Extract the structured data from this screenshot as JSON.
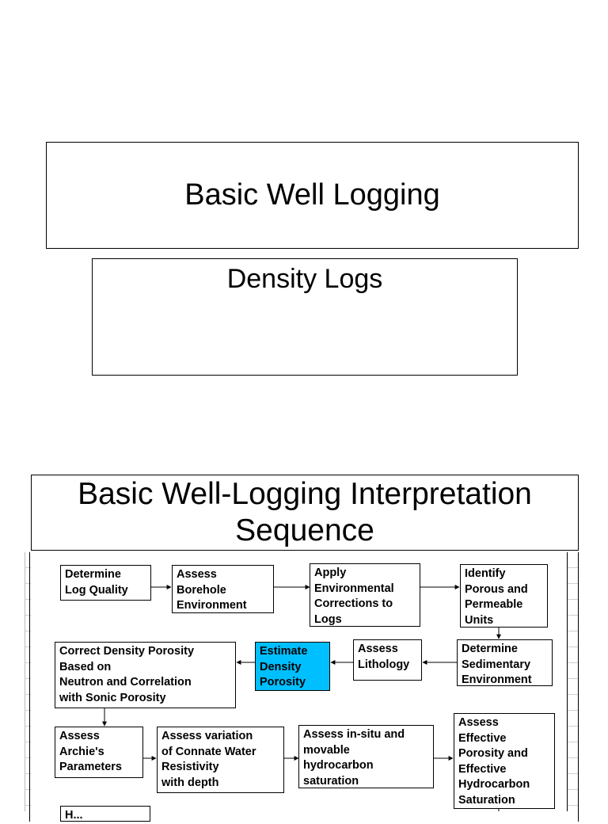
{
  "slide1": {
    "title": "Basic Well Logging",
    "subtitle": "Density Logs"
  },
  "slide2": {
    "title": "Basic Well-Logging Interpretation Sequence",
    "flowchart": {
      "steps": {
        "log_quality": "Determine\nLog Quality",
        "borehole": "Assess\nBorehole\nEnvironment",
        "corrections": "Apply\nEnvironmental\nCorrections to\nLogs",
        "porous_units": "Identify\nPorous and\nPermeable\nUnits",
        "sedimentary": "Determine\nSedimentary\nEnvironment",
        "lithology": "Assess\nLithology",
        "density_porosity": "Estimate\nDensity\nPorosity",
        "correct_density": "Correct Density Porosity\nBased on\nNeutron and Correlation\nwith Sonic Porosity",
        "archie": "Assess\nArchie's\nParameters",
        "connate_water": "Assess variation\nof  Connate Water\nResistivity\nwith depth",
        "insitu": "Assess in-situ and\nmovable\nhydrocarbon\nsaturation",
        "effective": "Assess\nEffective\nPorosity and\nEffective\nHydrocarbon\nSaturation",
        "partial_next": "H..."
      },
      "highlight_color": "#00bfff"
    }
  }
}
